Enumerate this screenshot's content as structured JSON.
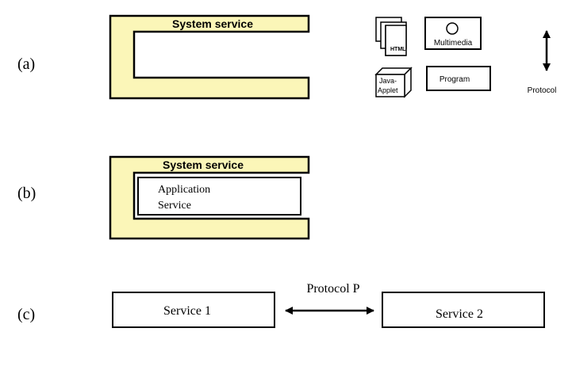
{
  "panels": {
    "a": {
      "label": "(a)",
      "system_service": "System service",
      "legend": {
        "html": "HTML",
        "multimedia": "Multimedia",
        "java_line1": "Java-",
        "java_line2": "Applet",
        "program": "Program",
        "protocol": "Protocol"
      }
    },
    "b": {
      "label": "(b)",
      "system_service": "System service",
      "app_line1": "Application",
      "app_line2": "Service"
    },
    "c": {
      "label": "(c)",
      "service1": "Service 1",
      "service2": "Service 2",
      "protocol": "Protocol P"
    }
  },
  "colors": {
    "system_fill": "#fbf6b8",
    "stroke": "#000000",
    "background": "#ffffff"
  }
}
